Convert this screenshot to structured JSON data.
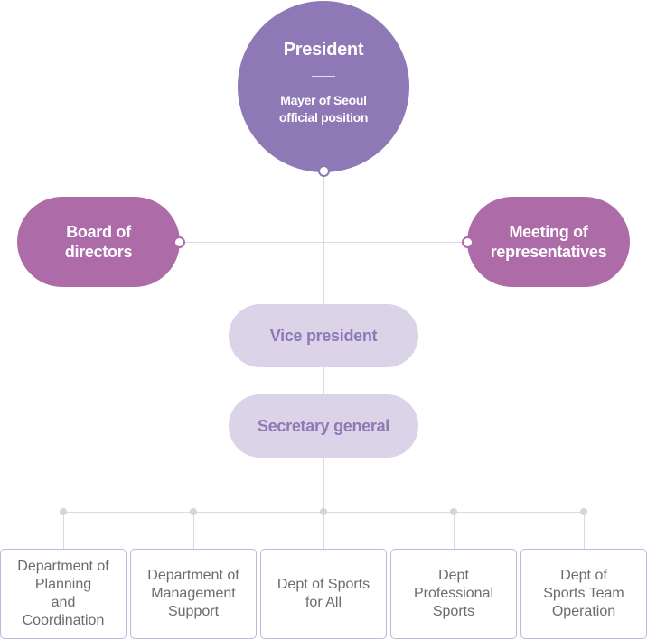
{
  "president": {
    "title": "President",
    "subtitle_line1": "Mayer of Seoul",
    "subtitle_line2": "official position"
  },
  "board": {
    "line1": "Board of",
    "line2": "directors"
  },
  "meeting": {
    "line1": "Meeting of",
    "line2": "representatives"
  },
  "vice_president": "Vice president",
  "secretary_general": "Secretary general",
  "departments": [
    {
      "lines": [
        "Department of",
        "Planning",
        "and",
        "Coordination"
      ]
    },
    {
      "lines": [
        "Department of",
        "Management",
        "Support"
      ]
    },
    {
      "lines": [
        "Dept of Sports",
        "for All"
      ]
    },
    {
      "lines": [
        "Dept",
        "Professional",
        "Sports"
      ]
    },
    {
      "lines": [
        "Dept of",
        "Sports Team",
        "Operation"
      ]
    }
  ],
  "colors": {
    "president": "#8e78b6",
    "committee": "#ad6ba7",
    "executive": "#dbd3e8",
    "executive_text": "#8e78b6",
    "connector": "#dcd9e4",
    "dept_border": "#c3b5dc"
  }
}
